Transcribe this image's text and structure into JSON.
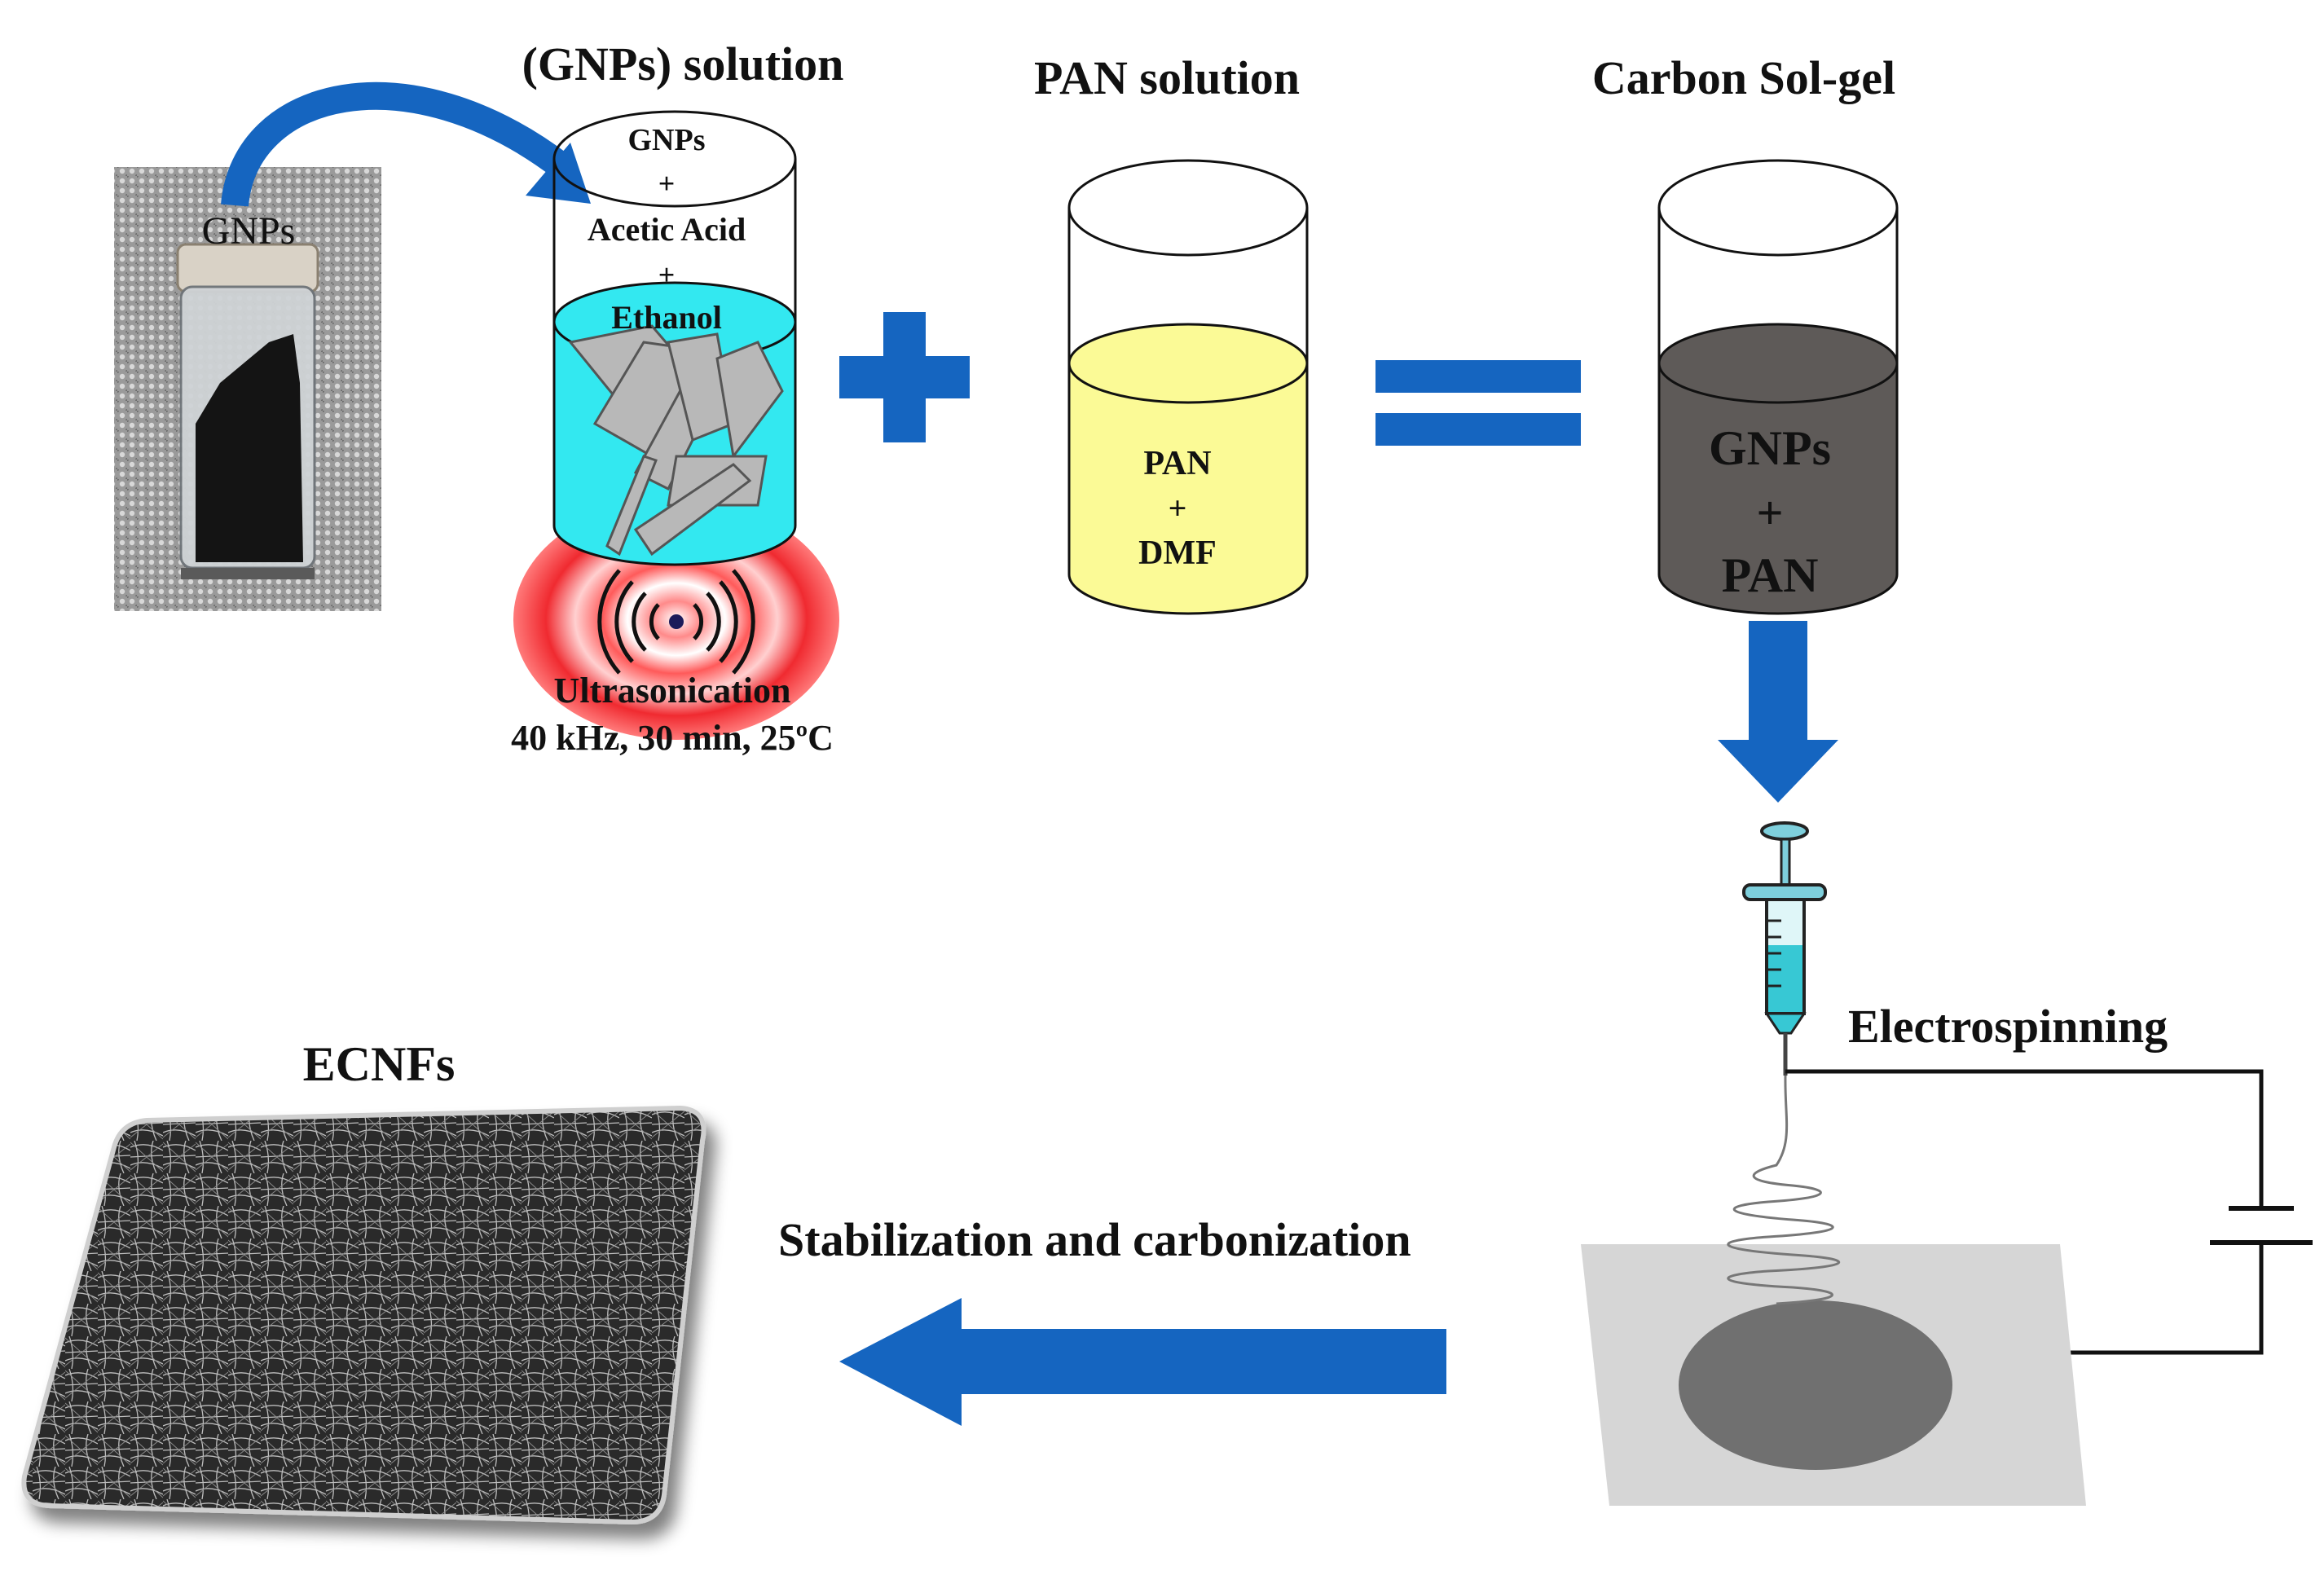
{
  "labels": {
    "gnps_solution_title": "(GNPs) solution",
    "pan_solution_title": "PAN solution",
    "carbon_solgel_title": "Carbon Sol-gel",
    "vial_label": "GNPs",
    "beaker1_line1": "GNPs",
    "beaker1_plus1": "+",
    "beaker1_line2": "Acetic Acid",
    "beaker1_plus2": "+",
    "beaker1_line3": "Ethanol",
    "beaker2_line1": "PAN",
    "beaker2_plus": "+",
    "beaker2_line2": "DMF",
    "beaker3_line1": "GNPs",
    "beaker3_plus": "+",
    "beaker3_line2": "PAN",
    "ultrasonication": "Ultrasonication",
    "ultrasonication_conditions": "40 kHz, 30 min, 25ºC",
    "electrospinning": "Electrospinning",
    "stabilization": "Stabilization and carbonization",
    "ecnfs": "ECNFs"
  },
  "colors": {
    "arrow_blue": "#1565c0",
    "gnps_solution": "#33e8f0",
    "pan_solution": "#fbfa96",
    "solgel": "#5e5a58",
    "ultrasound_red": "#e8202a",
    "collector_plate": "#d6d6d6",
    "collector_disc": "#707070"
  },
  "icons": [
    "vial-photo",
    "curved-arrow-icon",
    "plus-icon",
    "equals-icon",
    "down-arrow-icon",
    "syringe-icon",
    "battery-icon",
    "left-arrow-icon",
    "ultrasound-waves-icon"
  ]
}
